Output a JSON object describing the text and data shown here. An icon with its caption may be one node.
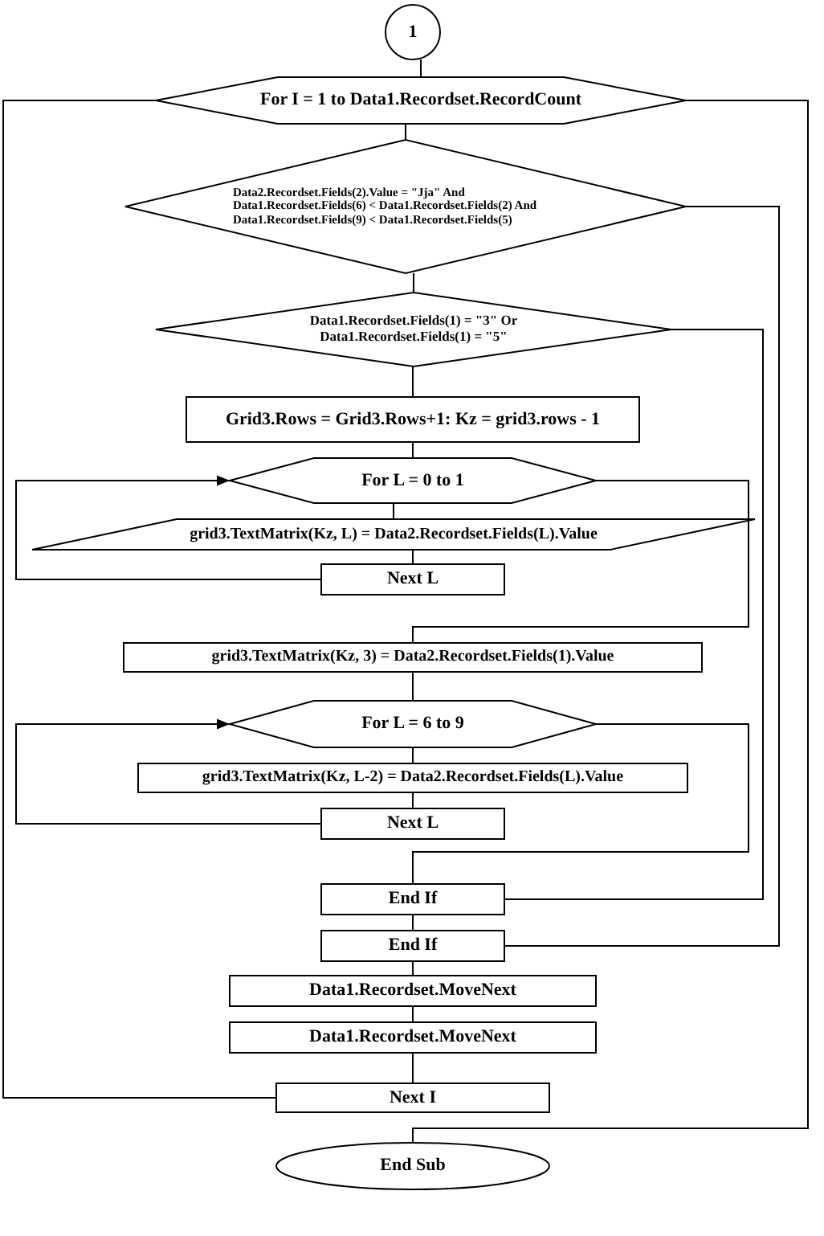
{
  "diagram": {
    "nodes": [
      {
        "text": [
          "1"
        ]
      },
      {
        "text": [
          "For I = 1 to Data1.Recordset.RecordCount"
        ]
      },
      {
        "text": [
          "Data2.Recordset.Fields(2).Value = \"Jja\" And Data1.Recordset.Fields(6) < Data1.Recordset.Fields(2) And Data1.Recordset.Fields(9) < Data1.Recordset.Fields(5)"
        ]
      },
      {
        "text": [
          "Data1.Recordset.Fields(1) = \"3\" Or Data1.Recordset.Fields(1) = \"5\""
        ]
      },
      {
        "text": [
          "Grid3.Rows = Grid3.Rows+1: Kz = grid3.rows - 1"
        ]
      },
      {
        "text": [
          "For L = 0 to 1"
        ]
      },
      {
        "text": [
          "grid3.TextMatrix(Kz, L) = Data2.Recordset.Fields(L).Value"
        ]
      },
      {
        "text": [
          "Next L"
        ]
      },
      {
        "text": [
          "grid3.TextMatrix(Kz, 3) = Data2.Recordset.Fields(1).Value"
        ]
      },
      {
        "text": [
          "For L = 6 to 9"
        ]
      },
      {
        "text": [
          "grid3.TextMatrix(Kz, L-2) = Data2.Recordset.Fields(L).Value"
        ]
      },
      {
        "text": [
          "Next L"
        ]
      },
      {
        "text": [
          "End If"
        ]
      },
      {
        "text": [
          "End If"
        ]
      },
      {
        "text": [
          "Data1.Recordset.MoveNext"
        ]
      },
      {
        "text": [
          "Data1.Recordset.MoveNext"
        ]
      },
      {
        "text": [
          "Next I"
        ]
      },
      {
        "text": [
          "End  Sub"
        ]
      }
    ],
    "edges": [
      {
        "from": 0,
        "to": 1,
        "arrow": "none"
      },
      {
        "from": 1,
        "to": 2,
        "arrow": "none"
      },
      {
        "from": 2,
        "to": 3,
        "arrow": "none"
      },
      {
        "from": 3,
        "to": 4,
        "arrow": "none"
      },
      {
        "from": 4,
        "to": 5,
        "arrow": "none"
      },
      {
        "from": 5,
        "to": 6,
        "arrow": "none"
      },
      {
        "from": 6,
        "to": 7,
        "arrow": "none"
      },
      {
        "from": 7,
        "to": 5,
        "arrow": "to"
      },
      {
        "from": 5,
        "to": 8,
        "arrow": "none"
      },
      {
        "from": 8,
        "to": 9,
        "arrow": "none"
      },
      {
        "from": 9,
        "to": 10,
        "arrow": "none"
      },
      {
        "from": 10,
        "to": 11,
        "arrow": "none"
      },
      {
        "from": 11,
        "to": 9,
        "arrow": "to"
      },
      {
        "from": 9,
        "to": 12,
        "arrow": "none"
      },
      {
        "from": 3,
        "to": 12,
        "arrow": "none"
      },
      {
        "from": 12,
        "to": 13,
        "arrow": "none"
      },
      {
        "from": 2,
        "to": 13,
        "arrow": "none"
      },
      {
        "from": 13,
        "to": 14,
        "arrow": "none"
      },
      {
        "from": 14,
        "to": 15,
        "arrow": "none"
      },
      {
        "from": 15,
        "to": 16,
        "arrow": "none"
      },
      {
        "from": 16,
        "to": 1,
        "arrow": "none"
      },
      {
        "from": 1,
        "to": 17,
        "arrow": "none"
      }
    ]
  }
}
